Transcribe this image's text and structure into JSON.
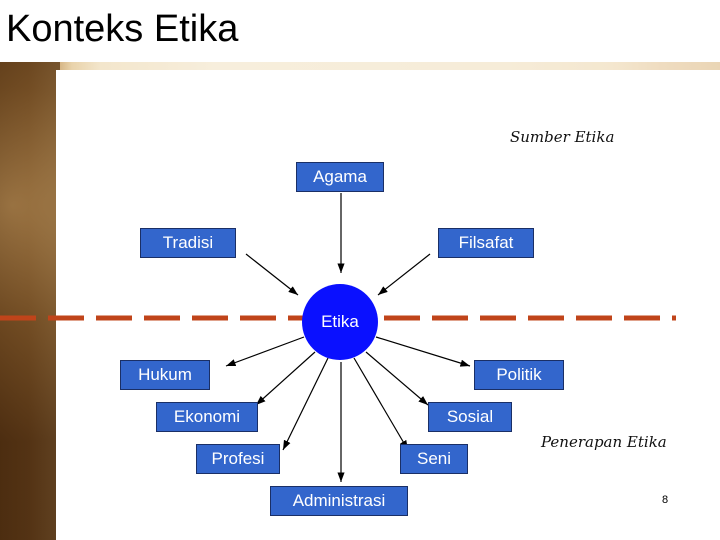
{
  "title": "Konteks Etika",
  "labels": {
    "sumber": "Sumber Etika",
    "penerapan": "Penerapan Etika"
  },
  "nodes": {
    "center": "Etika",
    "agama": "Agama",
    "tradisi": "Tradisi",
    "filsafat": "Filsafat",
    "hukum": "Hukum",
    "politik": "Politik",
    "ekonomi": "Ekonomi",
    "sosial": "Sosial",
    "profesi": "Profesi",
    "seni": "Seni",
    "administrasi": "Administrasi"
  },
  "page_number": "8",
  "colors": {
    "box_fill": "#3366cc",
    "circle_fill": "#0a10ff",
    "divider": "#c0441a"
  }
}
